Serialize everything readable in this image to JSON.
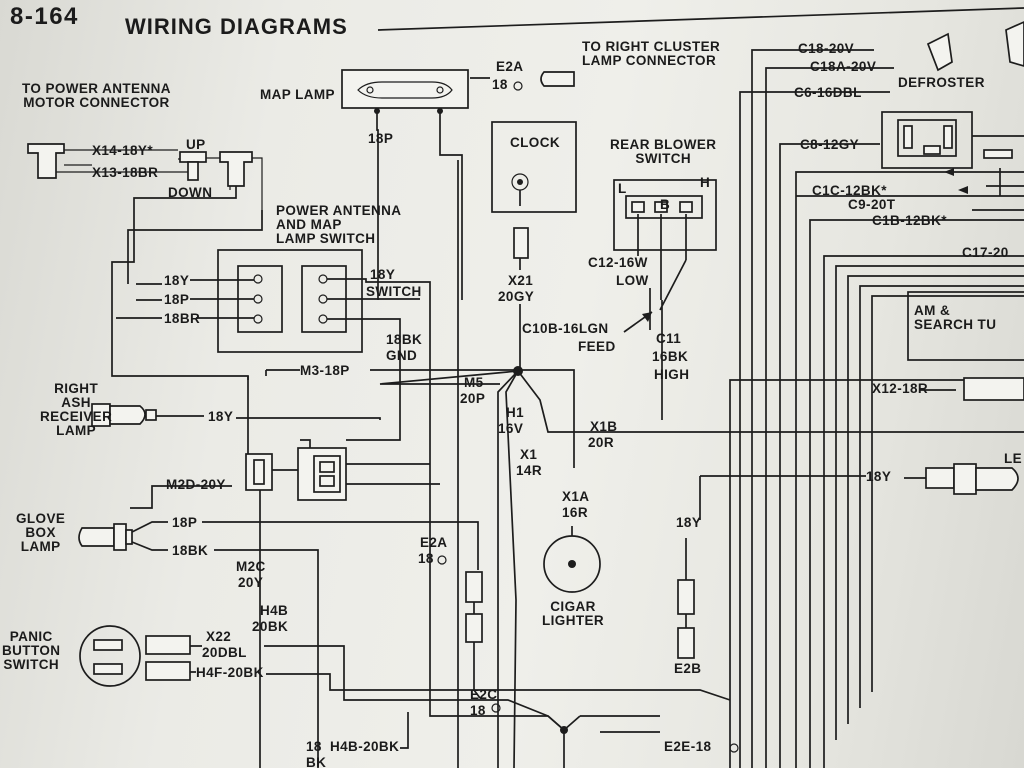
{
  "header": {
    "page_number": "8-164",
    "title": "WIRING DIAGRAMS"
  },
  "labels": {
    "power_antenna_motor": [
      "TO POWER ANTENNA",
      "MOTOR CONNECTOR"
    ],
    "up": "UP",
    "down": "DOWN",
    "x14": "X14-18Y*",
    "x13": "X13-18BR",
    "map_lamp": "MAP LAMP",
    "w18p_map": "18P",
    "e2a_top": "E2A",
    "e2a_top_18": "18",
    "right_cluster": [
      "TO RIGHT CLUSTER",
      "LAMP CONNECTOR"
    ],
    "clock": "CLOCK",
    "x21": "X21",
    "x21_gauge": "20GY",
    "pa_switch": [
      "POWER ANTENNA",
      "AND MAP",
      "LAMP SWITCH"
    ],
    "sw_18y_left": "18Y",
    "sw_18p": "18P",
    "sw_18br": "18BR",
    "sw_18y_right": "18Y",
    "sw_switch": "SWITCH",
    "gnd_18bk": "18BK",
    "gnd": "GND",
    "rear_blower": [
      "REAR BLOWER",
      "SWITCH"
    ],
    "blower_l": "L",
    "blower_b": "B",
    "blower_h": "H",
    "c12": "C12-16W",
    "low": "LOW",
    "c10b": "C10B-16LGN",
    "feed": "FEED",
    "c11": "C11",
    "c11_gauge": "16BK",
    "high": "HIGH",
    "c18": "C18-20V",
    "c18a": "C18A-20V",
    "c6": "C6-16DBL",
    "defroster": "DEFROSTER",
    "c8": "C8-12GY",
    "c1c": "C1C-12BK*",
    "c9": "C9-20T",
    "c1b": "C1B-12BK*",
    "c17": "C17-20",
    "am_search": [
      "AM &",
      "SEARCH TU"
    ],
    "x12": "X12-18R",
    "m3": "M3-18P",
    "m5": "M5",
    "m5_gauge": "20P",
    "h1": "H1",
    "h1_gauge": "16V",
    "x1b": "X1B",
    "x1b_gauge": "20R",
    "x1": "X1",
    "x1_gauge": "14R",
    "x1a": "X1A",
    "x1a_gauge": "16R",
    "right_ash": [
      "RIGHT",
      "ASH",
      "RECEIVER",
      "LAMP"
    ],
    "ash_18y": "18Y",
    "m2d": "M2D-20Y",
    "glove_box": [
      "GLOVE",
      "BOX",
      "LAMP"
    ],
    "glove_18p": "18P",
    "glove_18bk": "18BK",
    "m2c": "M2C",
    "m2c_gauge": "20Y",
    "h4b": "H4B",
    "h4b_gauge": "20BK",
    "e2a_mid": "E2A",
    "e2a_mid_18": "18",
    "cigar": [
      "CIGAR",
      "LIGHTER"
    ],
    "right_18y_mid": "18Y",
    "right_18y_lower": "18Y",
    "right_lamp": "LE",
    "e2b": "E2B",
    "panic": [
      "PANIC",
      "BUTTON",
      "SWITCH"
    ],
    "x22": "X22",
    "x22_gauge": "20DBL",
    "h4f": "H4F-20BK",
    "e2c": "E2C",
    "e2c_18": "18",
    "e2e": "E2E-18",
    "h4b_20bk": "H4B-20BK",
    "bottom_18bk": "18",
    "bottom_bk": "BK"
  }
}
